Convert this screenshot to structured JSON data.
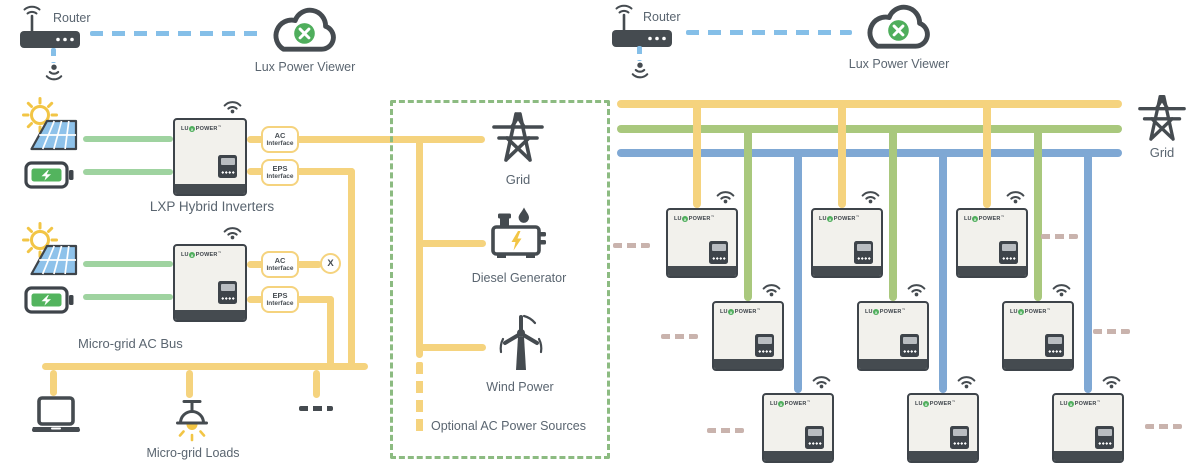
{
  "palette": {
    "yellow": "#F5D37E",
    "lgreen": "#9FD3A0",
    "bgreen": "#A9C87D",
    "bblue": "#7FA8D4",
    "link": "#85BFE8",
    "dark": "#454B50",
    "text": "#5A6570",
    "pink": "#C9B3AD",
    "brand": "#4FAE5C",
    "battery": "#53B45E",
    "panel": "#8EC2EA",
    "sun": "#F2C545",
    "boxgreen": "#8CBB81"
  },
  "left_monitor": {
    "router": "Router",
    "cloud": "Lux Power Viewer"
  },
  "right_monitor": {
    "router": "Router",
    "cloud": "Lux Power Viewer"
  },
  "left": {
    "inverters_label": "LXP Hybrid Inverters",
    "bus_label": "Micro-grid AC Bus",
    "loads_label": "Micro-grid Loads",
    "disconnect_mark": "X",
    "interfaces": [
      {
        "line1": "AC",
        "line2": "Interface"
      },
      {
        "line1": "EPS",
        "line2": "Interface"
      },
      {
        "line1": "AC",
        "line2": "Interface"
      },
      {
        "line1": "EPS",
        "line2": "Interface"
      }
    ]
  },
  "optional_sources": {
    "grid": "Grid",
    "diesel": "Diesel Generator",
    "wind": "Wind Power",
    "title": "Optional AC Power Sources"
  },
  "right": {
    "grid": "Grid"
  },
  "inverter": {
    "logo_lu": "LU",
    "logo_x": "X",
    "logo_power": "POWER",
    "logo_tm": "™"
  }
}
